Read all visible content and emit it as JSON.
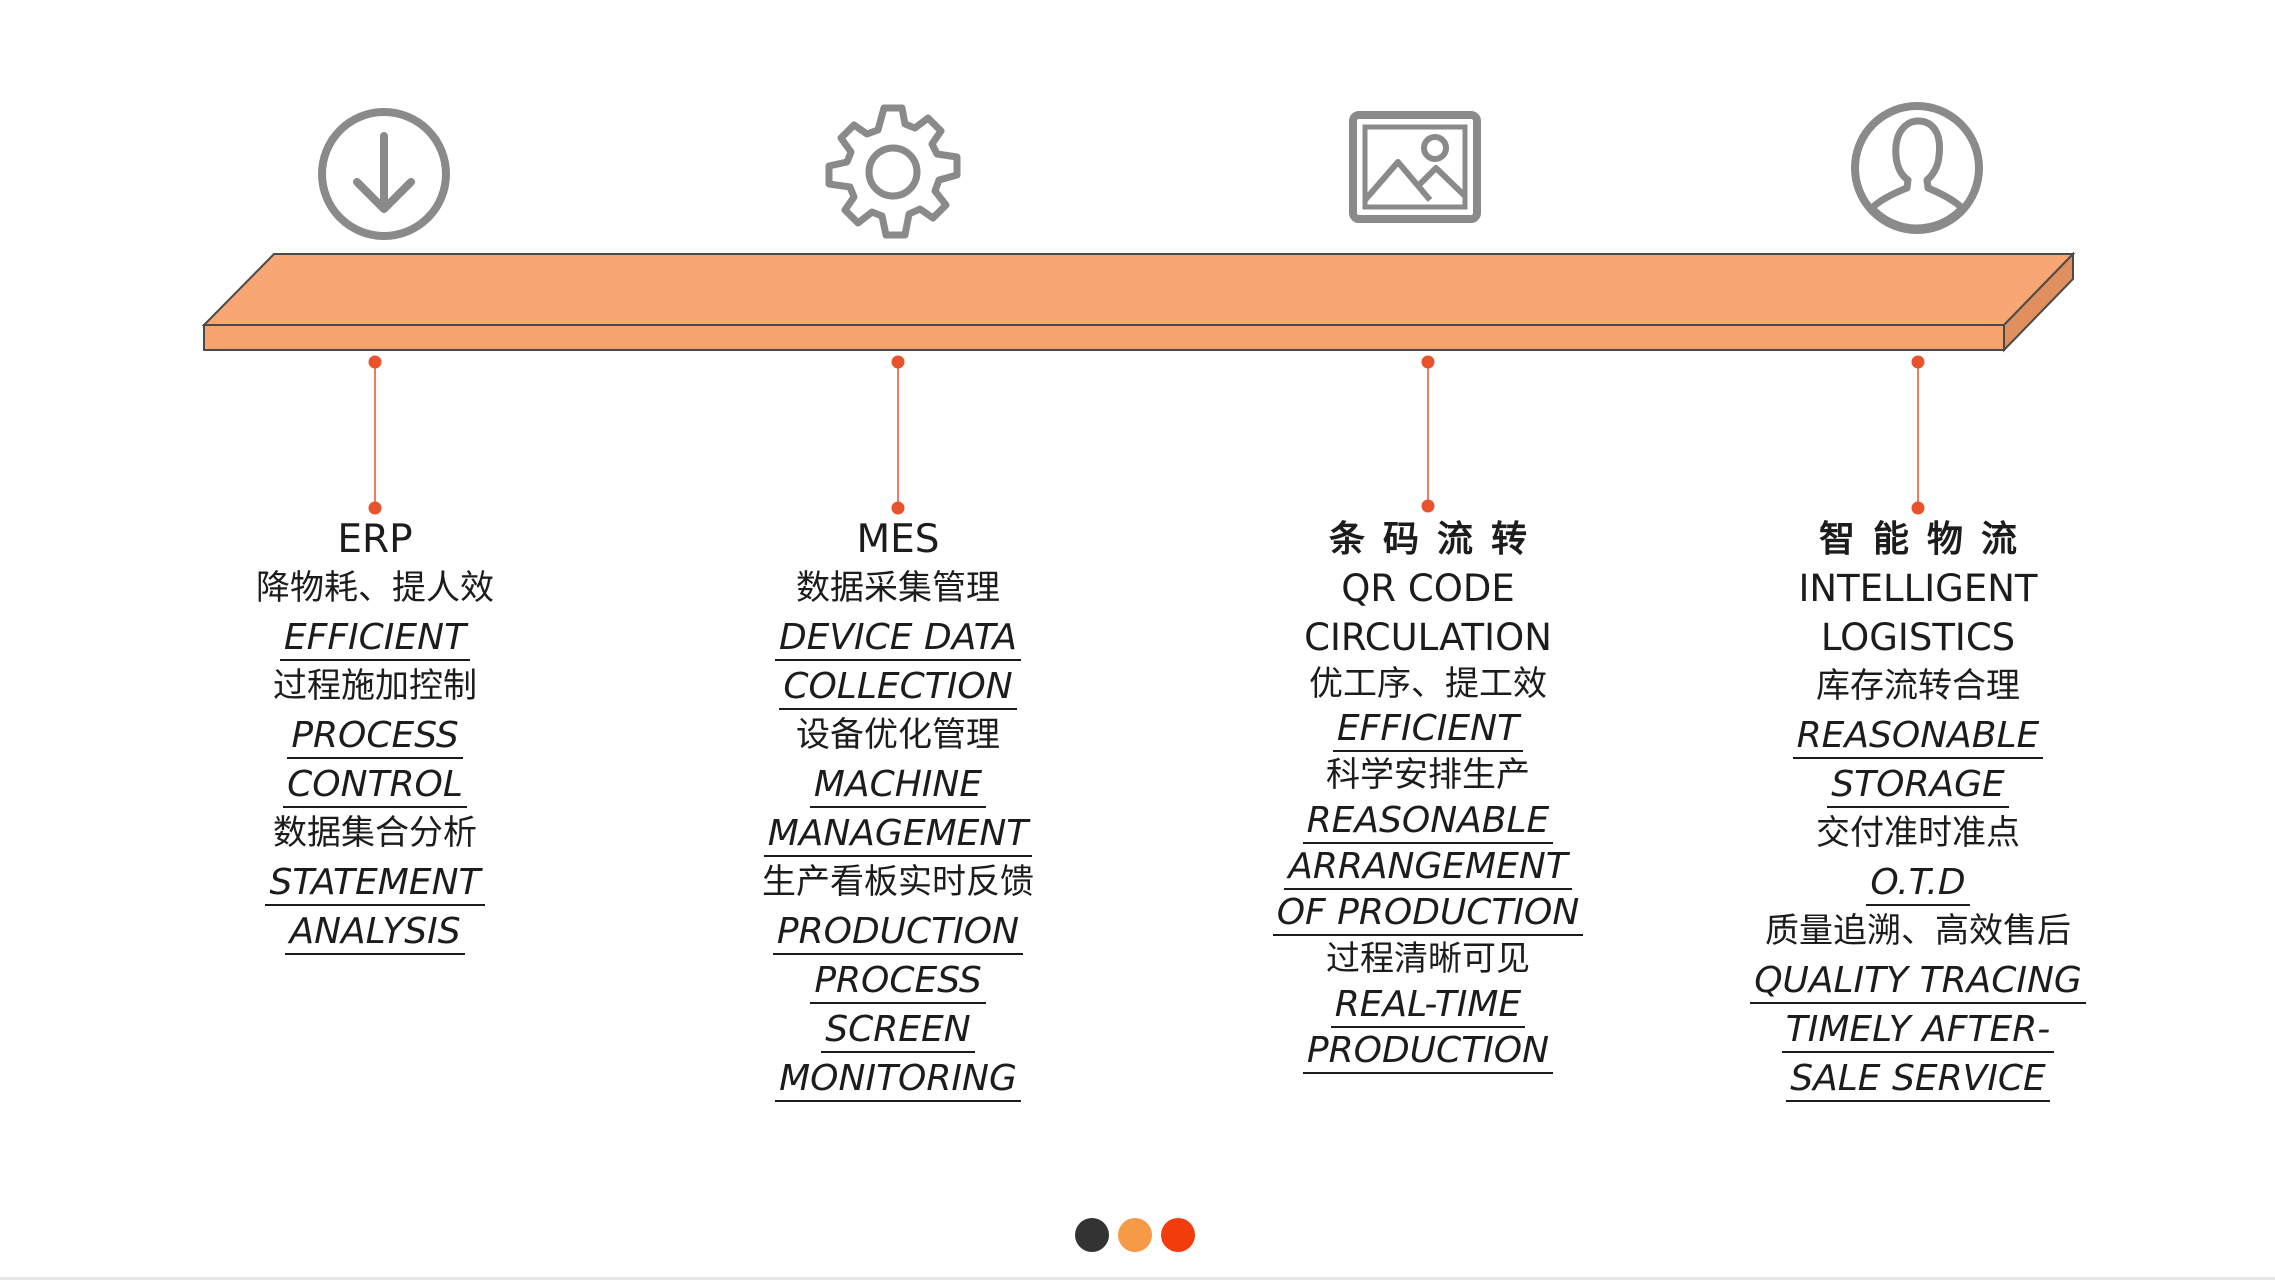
{
  "colors": {
    "bar_front": "#f4a46c",
    "bar_top": "#f8a673",
    "bar_side": "#e0905e",
    "bar_outline": "#4a4a4a",
    "connector": "#e8532e",
    "icon_gray": "#8a8a8a",
    "text": "#1c1c1c",
    "dot_dark": "#333333",
    "dot_orange": "#f59a47",
    "dot_red": "#f23c0b"
  },
  "icons": [
    "download-circle-icon",
    "gear-icon",
    "image-icon",
    "user-profile-icon"
  ],
  "columns": [
    {
      "title": "ERP",
      "lines": [
        {
          "text": "降物耗、提人效",
          "style": "zh"
        },
        {
          "text": "EFFICIENT",
          "style": "en-italic"
        },
        {
          "text": "过程施加控制",
          "style": "zh"
        },
        {
          "text": "PROCESS",
          "style": "en-italic"
        },
        {
          "text": "CONTROL",
          "style": "en-italic"
        },
        {
          "text": "数据集合分析",
          "style": "zh"
        },
        {
          "text": "STATEMENT",
          "style": "en-italic"
        },
        {
          "text": "ANALYSIS",
          "style": "en-italic"
        }
      ]
    },
    {
      "title": "MES",
      "lines": [
        {
          "text": "数据采集管理",
          "style": "zh"
        },
        {
          "text": "DEVICE DATA",
          "style": "en-italic"
        },
        {
          "text": "COLLECTION",
          "style": "en-italic"
        },
        {
          "text": "设备优化管理",
          "style": "zh"
        },
        {
          "text": "MACHINE",
          "style": "en-italic"
        },
        {
          "text": "MANAGEMENT",
          "style": "en-italic"
        },
        {
          "text": "生产看板实时反馈",
          "style": "zh"
        },
        {
          "text": "PRODUCTION",
          "style": "en-italic"
        },
        {
          "text": "PROCESS",
          "style": "en-italic"
        },
        {
          "text": "SCREEN",
          "style": "en-italic"
        },
        {
          "text": "MONITORING",
          "style": "en-italic"
        }
      ]
    },
    {
      "title": "条码流转",
      "lines": [
        {
          "text": "QR CODE",
          "style": "en-caps"
        },
        {
          "text": "CIRCULATION",
          "style": "en-caps"
        },
        {
          "text": "优工序、提工效",
          "style": "zh"
        },
        {
          "text": "EFFICIENT",
          "style": "en-italic"
        },
        {
          "text": "科学安排生产",
          "style": "zh"
        },
        {
          "text": "REASONABLE",
          "style": "en-italic"
        },
        {
          "text": "ARRANGEMENT",
          "style": "en-italic"
        },
        {
          "text": "OF PRODUCTION",
          "style": "en-italic"
        },
        {
          "text": "过程清晰可见",
          "style": "zh"
        },
        {
          "text": "REAL-TIME",
          "style": "en-italic"
        },
        {
          "text": "PRODUCTION",
          "style": "en-italic"
        }
      ]
    },
    {
      "title": "智能物流",
      "lines": [
        {
          "text": "INTELLIGENT",
          "style": "en-caps"
        },
        {
          "text": "LOGISTICS",
          "style": "en-caps"
        },
        {
          "text": "库存流转合理",
          "style": "zh"
        },
        {
          "text": "REASONABLE",
          "style": "en-italic"
        },
        {
          "text": "STORAGE",
          "style": "en-italic"
        },
        {
          "text": "交付准时准点",
          "style": "zh"
        },
        {
          "text": "O.T.D",
          "style": "en-italic"
        },
        {
          "text": "质量追溯、高效售后",
          "style": "zh"
        },
        {
          "text": "QUALITY TRACING",
          "style": "en-italic"
        },
        {
          "text": "TIMELY AFTER-",
          "style": "en-italic"
        },
        {
          "text": "SALE SERVICE",
          "style": "en-italic"
        }
      ]
    }
  ]
}
